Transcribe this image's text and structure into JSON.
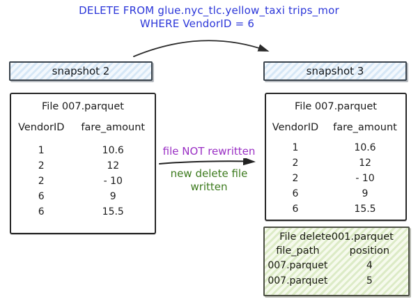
{
  "title": {
    "line1": "DELETE FROM glue.nyc_tlc.yellow_taxi trips_mor",
    "line2": "WHERE VendorID = 6"
  },
  "left": {
    "snapshot_label": "snapshot 2",
    "file": {
      "title": "File 007.parquet",
      "columns": [
        "VendorID",
        "fare_amount"
      ],
      "rows": [
        [
          "1",
          "10.6"
        ],
        [
          "2",
          "12"
        ],
        [
          "2",
          "- 10"
        ],
        [
          "6",
          "9"
        ],
        [
          "6",
          "15.5"
        ]
      ]
    }
  },
  "middle": {
    "top_label": "file NOT rewritten",
    "bottom_label_line1": "new delete file",
    "bottom_label_line2": "written"
  },
  "right": {
    "snapshot_label": "snapshot 3",
    "file": {
      "title": "File 007.parquet",
      "columns": [
        "VendorID",
        "fare_amount"
      ],
      "rows": [
        [
          "1",
          "10.6"
        ],
        [
          "2",
          "12"
        ],
        [
          "2",
          "- 10"
        ],
        [
          "6",
          "9"
        ],
        [
          "6",
          "15.5"
        ]
      ]
    },
    "delete_file": {
      "title": "File delete001.parquet",
      "columns": [
        "file_path",
        "position"
      ],
      "rows": [
        [
          "007.parquet",
          "4"
        ],
        [
          "007.parquet",
          "5"
        ]
      ]
    }
  },
  "colors": {
    "sql_text": "#2b36d9",
    "not_rewritten_text": "#9a2fc4",
    "delete_file_text": "#3c7a1d",
    "snapshot_bar_fill": "#d6e7f6",
    "delete_box_fill": "#dcebc6",
    "arrow_stroke": "#2b2b2b"
  }
}
